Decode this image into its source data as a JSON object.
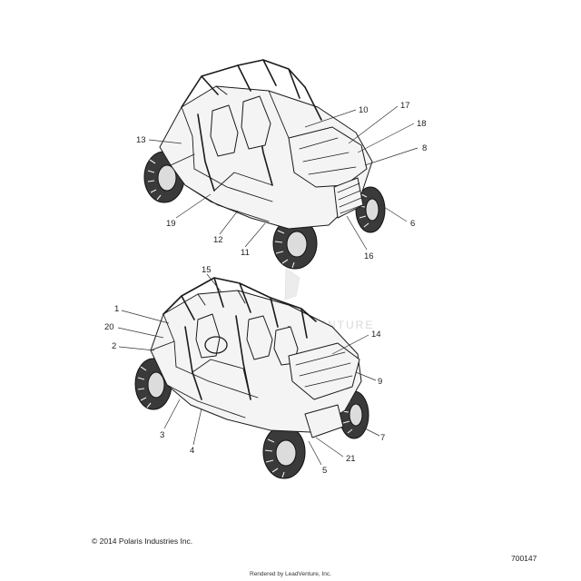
{
  "upper_vehicle_callouts": [
    "10",
    "17",
    "18",
    "8",
    "13",
    "19",
    "12",
    "11",
    "16",
    "6"
  ],
  "lower_vehicle_callouts": [
    "15",
    "1",
    "20",
    "2",
    "14",
    "9",
    "3",
    "4",
    "21",
    "5",
    "7"
  ],
  "watermark": "ENTURE",
  "copyright": "© 2014 Polaris Industries Inc.",
  "drawing_number": "700147",
  "rendered_by": "Rendered by LeadVenture, Inc."
}
